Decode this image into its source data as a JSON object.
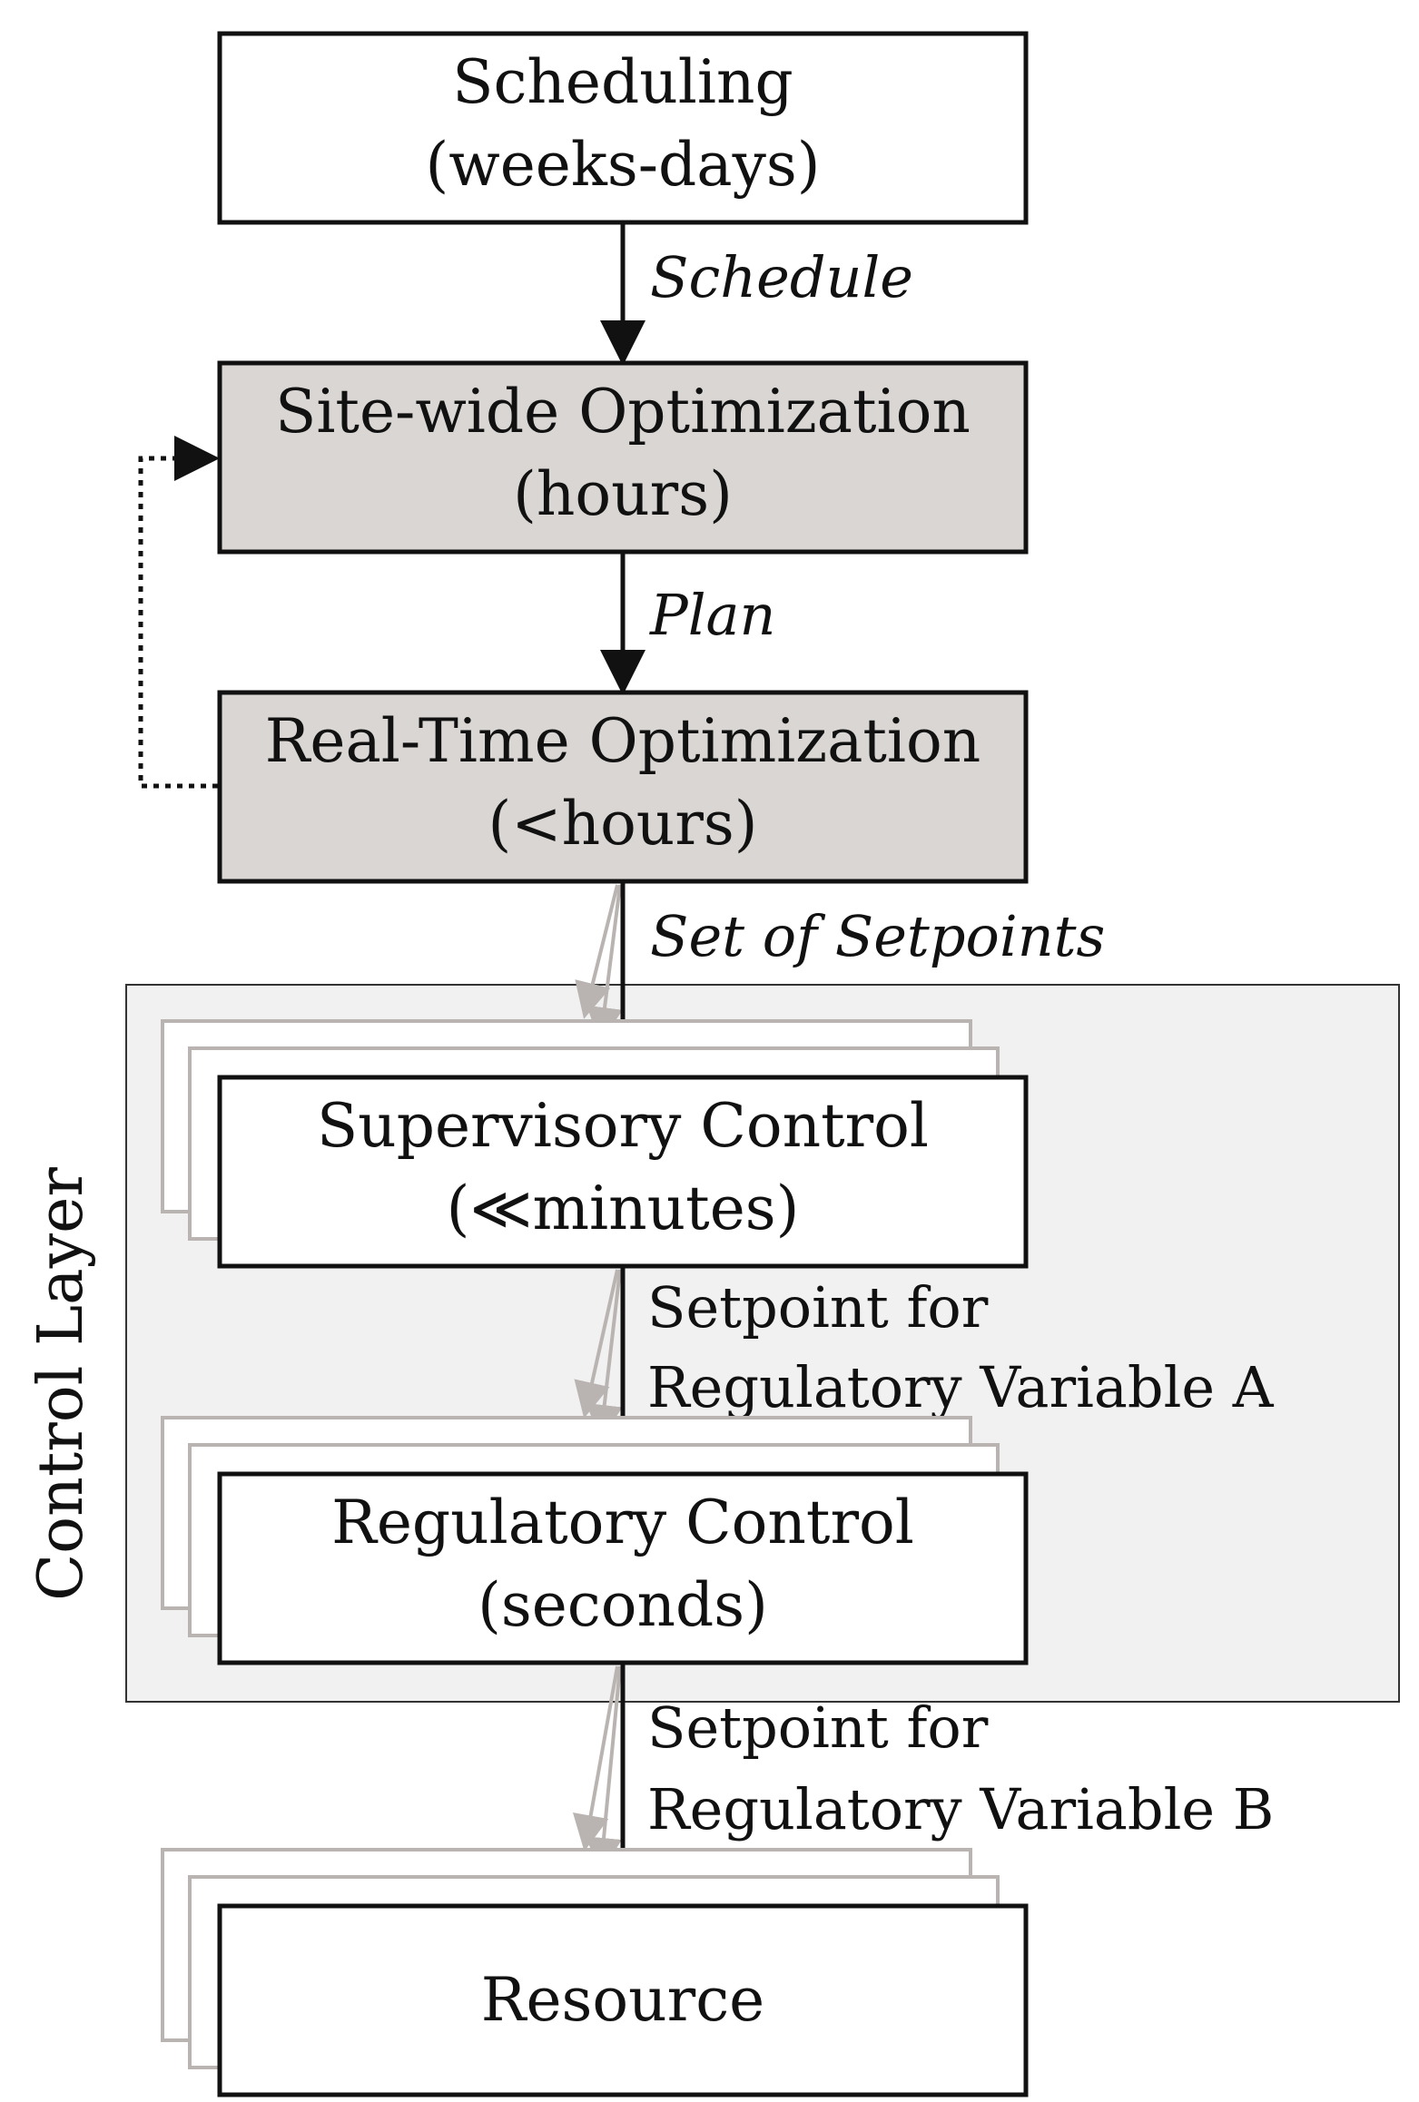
{
  "boxes": {
    "scheduling": {
      "line1": "Scheduling",
      "line2": "(weeks-days)"
    },
    "site_wide": {
      "line1": "Site-wide Optimization",
      "line2": "(hours)"
    },
    "rto": {
      "line1": "Real-Time Optimization",
      "line2": "(<hours)"
    },
    "supervisory": {
      "line1": "Supervisory Control",
      "line2": "(≪minutes)"
    },
    "regulatory": {
      "line1": "Regulatory Control",
      "line2": "(seconds)"
    },
    "resource": {
      "line1": "Resource"
    }
  },
  "edges": {
    "schedule": "Schedule",
    "plan": "Plan",
    "setpoints": "Set of Setpoints",
    "setpoint_a": {
      "line1": "Setpoint for",
      "line2": "Regulatory Variable A"
    },
    "setpoint_b": {
      "line1": "Setpoint for",
      "line2": "Regulatory Variable B"
    }
  },
  "layer": {
    "label": "Control Layer"
  },
  "colors": {
    "box_border": "#111111",
    "shaded_box_fill": "#d9d6d3",
    "white_box_fill": "#ffffff",
    "layer_fill": "#f1f1f1",
    "layer_border": "#333333",
    "ghost_gray": "#b9b4b1",
    "arrow": "#111111"
  }
}
